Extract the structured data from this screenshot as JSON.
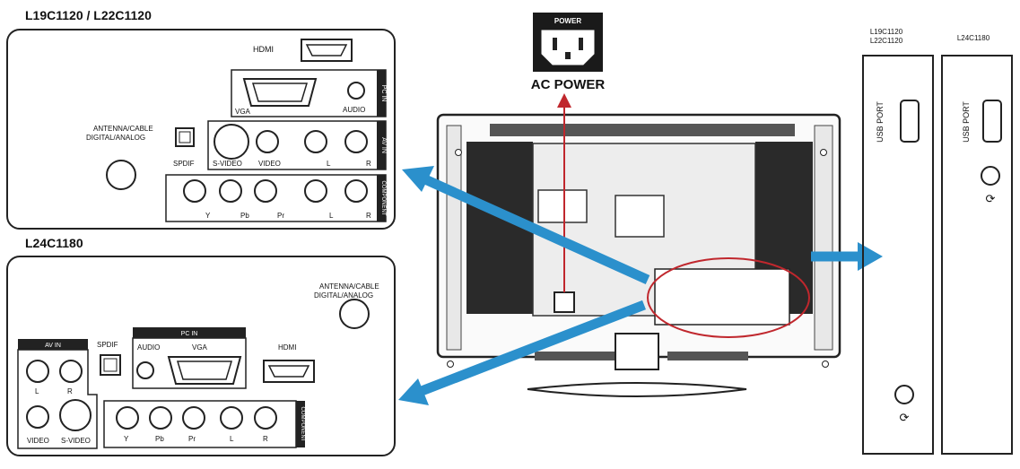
{
  "top_panel": {
    "title": "L19C1120 / L22C1120",
    "hdmi": "HDMI",
    "pc_in": "PC IN",
    "vga": "VGA",
    "audio": "AUDIO",
    "antenna_line1": "ANTENNA/CABLE",
    "antenna_line2": "DIGITAL/ANALOG",
    "spdif": "SPDIF",
    "s_video": "S-VIDEO",
    "video": "VIDEO",
    "l": "L",
    "r": "R",
    "av_in": "AV IN",
    "y": "Y",
    "pb": "Pb",
    "pr": "Pr",
    "component": "COMPONENT"
  },
  "bottom_panel": {
    "title": "L24C1180",
    "antenna_line1": "ANTENNA/CABLE",
    "antenna_line2": "DIGITAL/ANALOG",
    "av_in": "AV IN",
    "spdif": "SPDIF",
    "pc_in": "PC IN",
    "audio": "AUDIO",
    "vga": "VGA",
    "hdmi": "HDMI",
    "l": "L",
    "r": "R",
    "video": "VIDEO",
    "s_video": "S-VIDEO",
    "y": "Y",
    "pb": "Pb",
    "pr": "Pr",
    "component": "COMPONENT"
  },
  "power": {
    "label": "POWER",
    "caption": "AC POWER"
  },
  "side_panels": {
    "left_model_line1": "L19C1120",
    "left_model_line2": "L22C1120",
    "right_model": "L24C1180",
    "usb_port": "USB  PORT"
  },
  "colors": {
    "arrow": "#2b90cc",
    "highlight": "#c0272d",
    "outline": "#222222"
  }
}
